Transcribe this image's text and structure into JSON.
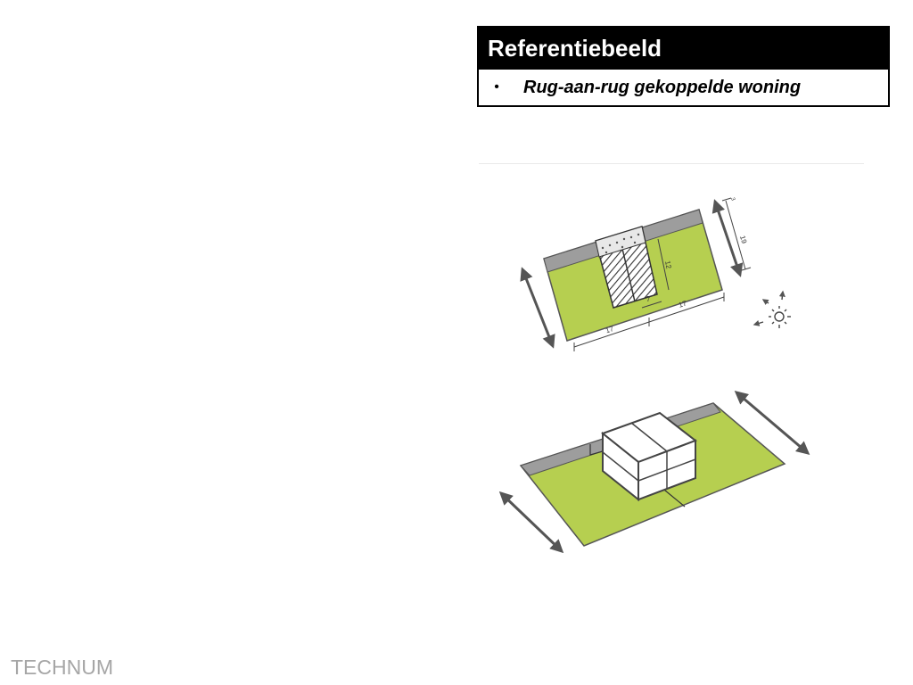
{
  "reference": {
    "title": "Referentiebeeld",
    "bullet": "•",
    "item": "Rug-aan-rug gekoppelde woning"
  },
  "plan": {
    "dim_depth": "19",
    "dim_setback": "3",
    "dim_building_depth": "12",
    "dim_building_width": "7",
    "dim_lot_left": "17",
    "dim_lot_right": "17"
  },
  "colors": {
    "lawn": "#b6cf50",
    "street": "#9d9d9d",
    "outline": "#555555"
  },
  "icons": {
    "sun": "sun-compass-icon",
    "arrows": "double-arrow-icon"
  },
  "footer": {
    "brand": "TECHNUM"
  }
}
